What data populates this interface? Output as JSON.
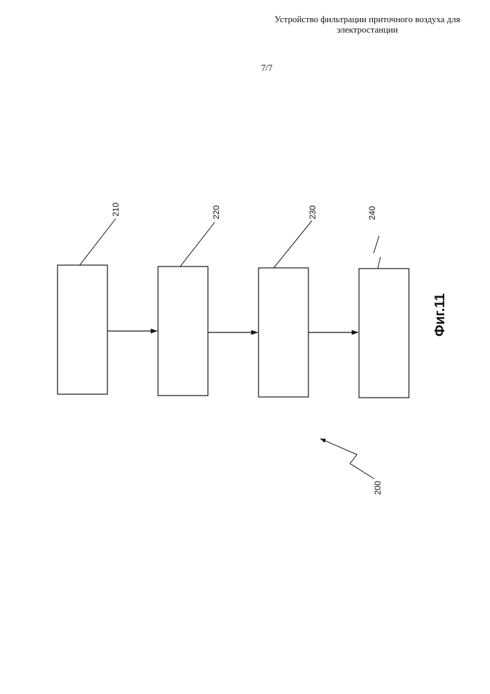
{
  "header": {
    "title_line1": "Устройство фильтрации приточного воздуха для",
    "title_line2": "электростанции",
    "page_number": "7/7"
  },
  "diagram": {
    "blocks": [
      "210",
      "220",
      "230",
      "240"
    ],
    "system_label": "200",
    "figure_caption": "Фиг.11"
  }
}
